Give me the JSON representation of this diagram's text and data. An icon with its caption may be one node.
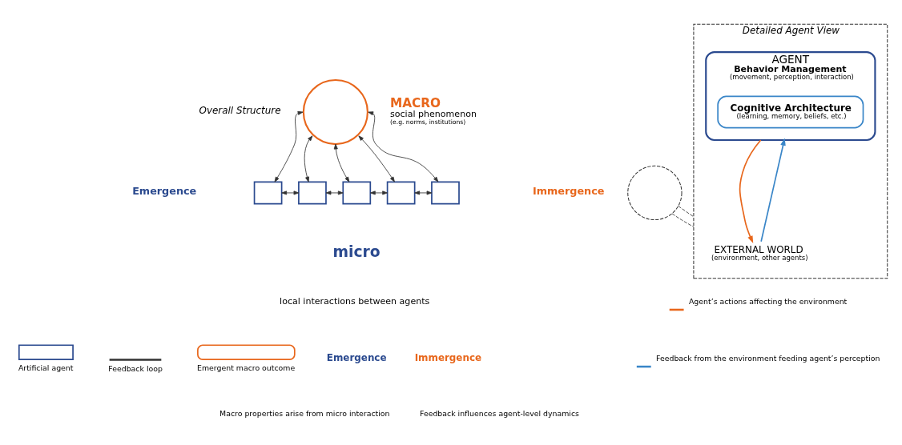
{
  "diagram": {
    "nodes": [
      {
        "text": [],
        "shape": "circle",
        "beside": [
          "MACRO",
          "social phenomenon",
          "(e.g. norms, institutions)"
        ]
      },
      {
        "text": [],
        "shape": "box"
      },
      {
        "text": [],
        "shape": "box"
      },
      {
        "text": [],
        "shape": "box"
      },
      {
        "text": [],
        "shape": "box"
      },
      {
        "text": [],
        "shape": "box"
      },
      {
        "text": [],
        "shape": "circle"
      },
      {
        "text": [
          "Detailed Agent View"
        ]
      },
      {
        "text": [
          "AGENT",
          "Behavior Management",
          "(movement, perception, interaction)"
        ],
        "in": 7
      },
      {
        "text": [
          "Cognitive Architecture",
          "(learning, memory, beliefs, etc.)"
        ],
        "in": 8
      },
      {
        "text": [
          "EXTERNAL WORLD",
          "(environment, other agents)"
        ],
        "in": 7
      }
    ],
    "edges": [
      {
        "from": 0,
        "to": 1,
        "arrow": "both"
      },
      {
        "from": 0,
        "to": 2,
        "arrow": "both"
      },
      {
        "from": 0,
        "to": 3,
        "arrow": "both"
      },
      {
        "from": 0,
        "to": 4,
        "arrow": "both"
      },
      {
        "from": 0,
        "to": 5,
        "arrow": "both"
      },
      {
        "from": 1,
        "to": 2,
        "arrow": "both"
      },
      {
        "from": 2,
        "to": 3,
        "arrow": "both"
      },
      {
        "from": 3,
        "to": 4,
        "arrow": "both"
      },
      {
        "from": 4,
        "to": 5,
        "arrow": "both"
      },
      {
        "from": 6,
        "to": 7,
        "arrow": "none",
        "style": "dashed"
      },
      {
        "from": 6,
        "to": 7,
        "arrow": "none",
        "style": "dashed"
      },
      {
        "from": 8,
        "to": 10,
        "arrow": "to",
        "color": "#e8671c"
      },
      {
        "from": 10,
        "to": 8,
        "arrow": "to",
        "color": "#3a86c8"
      }
    ],
    "labels": [
      "Overall Structure",
      "Emergence",
      "Immergence",
      "micro",
      "local interactions between agents",
      "Emergence",
      "Macro properties arise from micro interaction",
      "Immergence",
      "Feedback influences agent-level dynamics"
    ],
    "legend": [
      {
        "text": "Agent’s actions affecting the environment"
      },
      {
        "text": "Feedback from the environment feeding agent’s perception"
      },
      {
        "text": "Artificial agent"
      },
      {
        "text": "Feedback loop"
      },
      {
        "text": "Emergent macro outcome"
      }
    ]
  }
}
